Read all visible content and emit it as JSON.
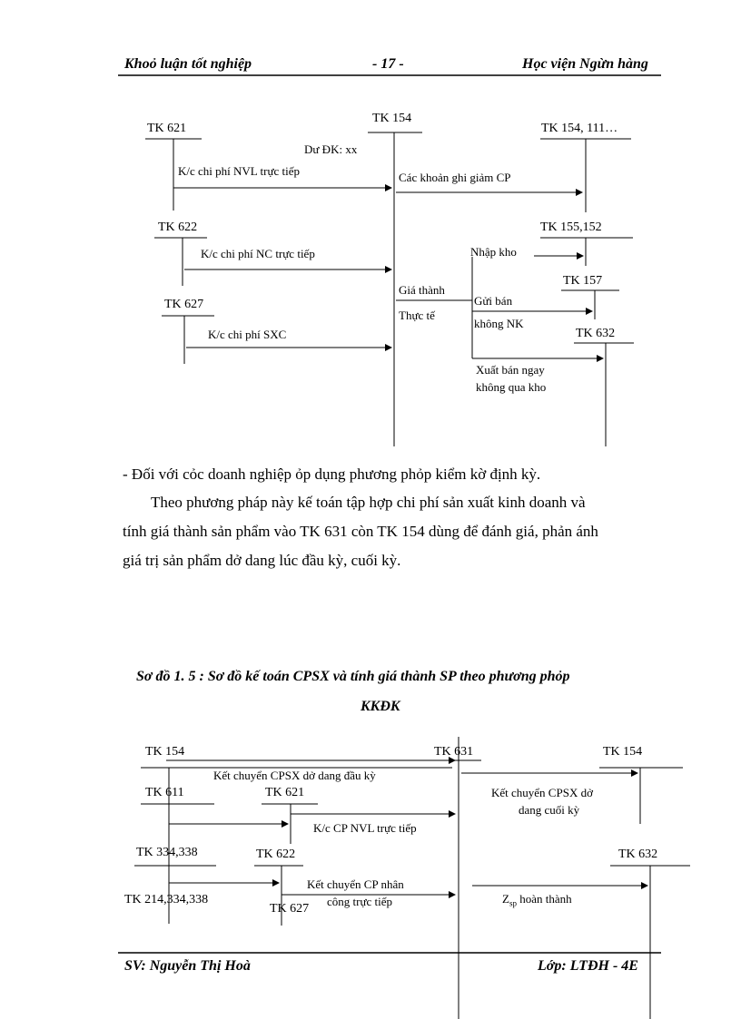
{
  "header": {
    "left": "Khoỏ luận tốt nghiệp",
    "center": "- 17 -",
    "right": "Học viện Ngừn hàng"
  },
  "diagram1": {
    "tk621": "TK 621",
    "tk154": "TK 154",
    "tk154_111": "TK 154, 111…",
    "du_dk": "Dư ĐK: xx",
    "kc_nvl": "K/c chi phí NVL trực tiếp",
    "giam_cp": "Các khoản ghi giảm  CP",
    "tk622": "TK 622",
    "tk155_152": "TK 155,152",
    "kc_nc": "K/c chi phí  NC trực tiếp",
    "nhap_kho": "Nhập kho",
    "tk627": "TK 627",
    "tk157": "TK  157",
    "gia_thanh": "Giá thành",
    "thuc_te": "Thực tế",
    "gui_ban": "Gửi bán",
    "khong_nk": "không  NK",
    "kc_sxc": "K/c chi phí  SXC",
    "tk632": "TK  632",
    "xuat_ban": "Xuất bán ngay",
    "khong_qua_kho": "không  qua kho"
  },
  "body": {
    "line1": "- Đối với cỏc doanh nghiệp ỏp dụng phương phỏp kiểm kờ định kỳ.",
    "line2": "Theo phương pháp này kế toán tập hợp chi phí sản xuất kinh doanh và",
    "line3": "tính giá thành sản phẩm vào TK 631 còn TK 154 dùng để đánh giá, phản ánh",
    "line4": "giá trị sản phẩm dở dang lúc đầu kỳ, cuối kỳ."
  },
  "caption": {
    "line1": "Sơ đồ 1. 5 : Sơ đồ kế toán CPSX và tính giá thành SP theo phương phỏp",
    "line2": "KKĐK"
  },
  "diagram2": {
    "tk154_left": "TK 154",
    "tk631": "TK 631",
    "tk154_right": "TK 154",
    "kc_dau_ky": "Kết chuyển  CPSX dở dang đầu kỳ",
    "tk611": "TK 611",
    "tk621": "TK 621",
    "kc_cuoi_ky_1": "Kết chuyển  CPSX dở",
    "kc_cuoi_ky_2": "dang cuối kỳ",
    "kc_nvl": "K/c CP NVL trực tiếp",
    "tk334_338": "TK 334,338",
    "tk622": "TK 622",
    "tk632": "TK 632",
    "kc_nc_1": "Kết chuyển  CP nhân",
    "kc_nc_2": "công trực tiếp",
    "tk214": "TK 214,334,338",
    "tk627": "TK 627",
    "zsp": "Z",
    "zsp_sub": "sp",
    "hoan_thanh": " hoàn thành"
  },
  "footer": {
    "left": "SV: Nguyễn  Thị Hoà",
    "right": "Lớp: LTĐH  - 4E"
  }
}
